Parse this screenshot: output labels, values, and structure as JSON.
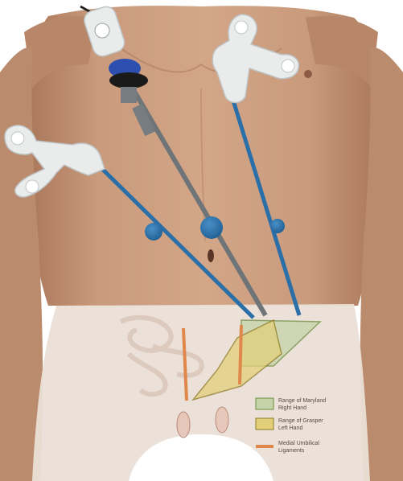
{
  "legend": {
    "items": [
      {
        "line1": "Range of Maryland",
        "line2": "Right Hand",
        "swatch_color": "#c5d3a8",
        "swatch_border": "#6d8c3e",
        "kind": "box"
      },
      {
        "line1": "Range of Grasper",
        "line2": "Left Hand",
        "swatch_color": "#e3cf7a",
        "swatch_border": "#8f7b24",
        "kind": "box"
      },
      {
        "line1": "Medial Umbilical",
        "line2": "Ligaments",
        "swatch_color": "#e0874b",
        "kind": "line"
      }
    ]
  },
  "colors": {
    "skin": "#c99a7c",
    "skin_shadow": "#a9765a",
    "pelvis_overlay": "#eadfd6",
    "instrument_shaft": "#2a6fa8",
    "port": "#1f5f92",
    "camera_shaft": "#6f7478",
    "handle": "#e9eceb",
    "camera_collar": "#2d4fb0",
    "ligament": "#e0874b",
    "right_hand_range": "#c5d3a8",
    "left_hand_range": "#e3cf7a"
  },
  "icons": {
    "left_grasper": "grasper-handle-icon",
    "right_grasper": "grasper-handle-icon",
    "camera": "laparoscope-icon"
  }
}
